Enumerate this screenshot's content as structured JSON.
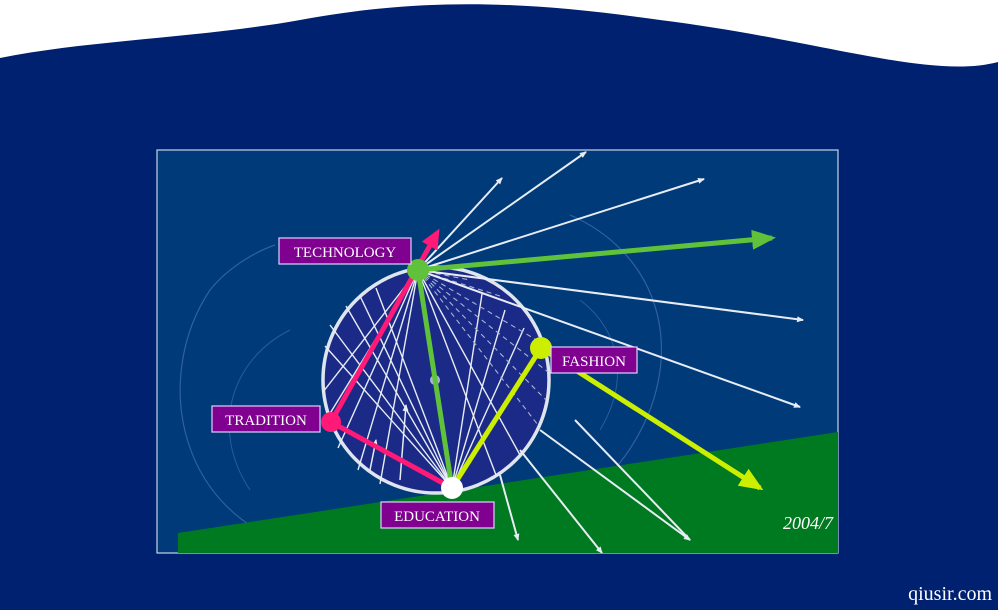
{
  "labels": {
    "technology": "TECHNOLOGY",
    "fashion": "FASHION",
    "tradition": "TRADITION",
    "education": "EDUCATION"
  },
  "date": "2004/7",
  "watermark": "qiusir.com",
  "colors": {
    "background": "#002070",
    "panel": "#003a78",
    "ground": "#007a20",
    "technology": "#5fc23a",
    "fashion": "#ccee00",
    "tradition": "#ff1a78",
    "education": "#ffffff",
    "label_bg": "#800090"
  }
}
